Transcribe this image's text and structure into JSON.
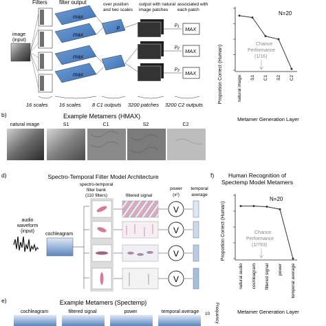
{
  "panel_a": {
    "top_labels": [
      "Filters",
      "filter output"
    ],
    "top_desc_1": [
      "over position",
      "and two scales"
    ],
    "top_desc_2": [
      "output with natural",
      "image patches"
    ],
    "top_desc_3": [
      "associated with",
      "each patch"
    ],
    "input_label": [
      "image",
      "(input)"
    ],
    "max_label": "max",
    "patch_label": "p",
    "patch_subs": [
      "1",
      "2",
      "3"
    ],
    "max_out": "MAX",
    "bottom_labels": [
      "16 scales",
      "16 scales",
      "8 C1 outputs",
      "3200 patches",
      "3200 C2 outputs"
    ]
  },
  "panel_b": {
    "letter": "b)",
    "title": "Example Metamers (HMAX)",
    "images": [
      "natural image",
      "S1",
      "C1",
      "S2",
      "C2"
    ]
  },
  "chart_c": {
    "type": "line",
    "n": "N=20",
    "ylabel": "Proportion Correct (Human)",
    "xlabel": "Metamer Generation Layer",
    "categories": [
      "natural image",
      "S1",
      "C1",
      "S2",
      "C2"
    ],
    "values": [
      0.88,
      0.85,
      0.55,
      0.5,
      0.02
    ],
    "chance_text": [
      "Chance",
      "Performance",
      "(1/16)"
    ]
  },
  "panel_d": {
    "letter": "d)",
    "title": "Spectro-Temporal Filter Model Architecture",
    "audio_label": [
      "audio",
      "waveform",
      "(input)"
    ],
    "cochleagram": "cochleagram",
    "filterbank_label": [
      "spectro-temporal",
      "filter bank",
      "(110 filters)"
    ],
    "filtered_label": "filtered signal",
    "power_label": [
      "power",
      "(x²)"
    ],
    "temporal_label": [
      "temporal",
      "average"
    ],
    "v_symbol": "V"
  },
  "chart_f": {
    "letter": "f)",
    "title": [
      "Human Recognition of",
      "Spectemp Model Metamers"
    ],
    "n": "N=20",
    "ylabel": "Proportion Correct (Human)",
    "xlabel": "Metamer Generation Layer",
    "categories": [
      "natural audio",
      "cochleagram",
      "filtered signal",
      "power",
      "temporal average"
    ],
    "values": [
      0.83,
      0.83,
      0.82,
      0.78,
      0.0
    ],
    "chance_text": [
      "Chance",
      "Performance",
      "(1/793)"
    ]
  },
  "panel_e": {
    "letter": "e)",
    "title": "Example Metamers (Spectemp)",
    "images": [
      "cochleagram",
      "filtered signal",
      "power",
      "temporal average"
    ],
    "side_label": "Frequency",
    "tick": "10"
  },
  "chart_data": [
    {
      "type": "line",
      "title": "",
      "xlabel": "Metamer Generation Layer",
      "ylabel": "Proportion Correct (Human)",
      "categories": [
        "natural image",
        "S1",
        "C1",
        "S2",
        "C2"
      ],
      "values": [
        0.88,
        0.85,
        0.55,
        0.5,
        0.02
      ],
      "ylim": [
        0,
        1
      ],
      "annotations": [
        "N=20",
        "Chance Performance (1/16)"
      ]
    },
    {
      "type": "line",
      "title": "Human Recognition of Spectemp Model Metamers",
      "xlabel": "Metamer Generation Layer",
      "ylabel": "Proportion Correct (Human)",
      "categories": [
        "natural audio",
        "cochleagram",
        "filtered signal",
        "power",
        "temporal average"
      ],
      "values": [
        0.83,
        0.83,
        0.82,
        0.78,
        0.0
      ],
      "ylim": [
        0,
        1
      ],
      "annotations": [
        "N=20",
        "Chance Performance (1/793)"
      ]
    }
  ]
}
